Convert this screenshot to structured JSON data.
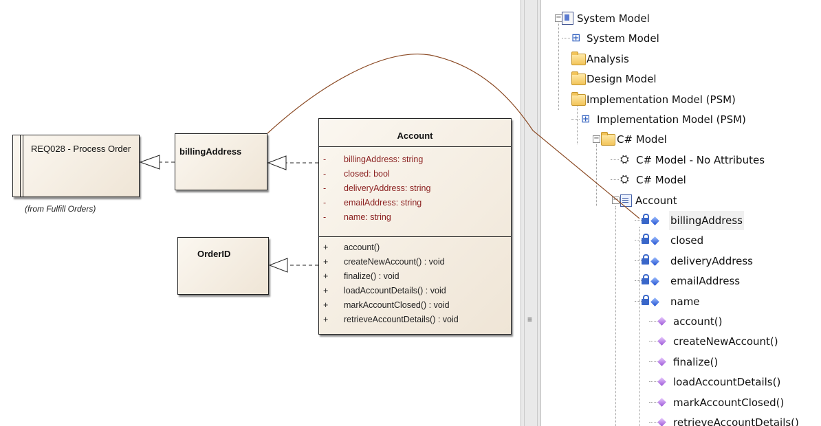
{
  "diagram": {
    "requirement": {
      "title": "REQ028 - Process Order",
      "note": "(from Fulfill Orders)"
    },
    "billing_node": {
      "title": "billingAddress"
    },
    "orderid_node": {
      "title": "OrderID"
    },
    "account_class": {
      "title": "Account",
      "attributes": [
        {
          "vis": "-",
          "text": "billingAddress:  string"
        },
        {
          "vis": "-",
          "text": "closed:  bool"
        },
        {
          "vis": "-",
          "text": "deliveryAddress:  string"
        },
        {
          "vis": "-",
          "text": "emailAddress:  string"
        },
        {
          "vis": "-",
          "text": "name:  string"
        }
      ],
      "operations": [
        {
          "vis": "+",
          "text": "account()"
        },
        {
          "vis": "+",
          "text": "createNewAccount() : void"
        },
        {
          "vis": "+",
          "text": "finalize() : void"
        },
        {
          "vis": "+",
          "text": "loadAccountDetails() : void"
        },
        {
          "vis": "+",
          "text": "markAccountClosed() : void"
        },
        {
          "vis": "+",
          "text": "retrieveAccountDetails() : void"
        }
      ]
    }
  },
  "splitter": {
    "grip": "≡"
  },
  "tree": {
    "items": [
      {
        "label": "System Model",
        "icon": "package-icon"
      },
      {
        "label": "System Model",
        "icon": "diagram-icon"
      },
      {
        "label": "Analysis",
        "icon": "folder-icon"
      },
      {
        "label": "Design Model",
        "icon": "folder-icon"
      },
      {
        "label": "Implementation Model (PSM)",
        "icon": "folder-icon"
      },
      {
        "label": "Implementation Model (PSM)",
        "icon": "diagram-icon"
      },
      {
        "label": "C# Model",
        "icon": "folder-icon"
      },
      {
        "label": "C# Model - No Attributes",
        "icon": "class-diagram-icon"
      },
      {
        "label": "C# Model",
        "icon": "class-diagram-icon"
      },
      {
        "label": "Account",
        "icon": "class-icon"
      },
      {
        "label": "billingAddress",
        "icon": "attribute-icon"
      },
      {
        "label": "closed",
        "icon": "attribute-icon"
      },
      {
        "label": "deliveryAddress",
        "icon": "attribute-icon"
      },
      {
        "label": "emailAddress",
        "icon": "attribute-icon"
      },
      {
        "label": "name",
        "icon": "attribute-icon"
      },
      {
        "label": "account()",
        "icon": "operation-icon"
      },
      {
        "label": "createNewAccount()",
        "icon": "operation-icon"
      },
      {
        "label": "finalize()",
        "icon": "operation-icon"
      },
      {
        "label": "loadAccountDetails()",
        "icon": "operation-icon"
      },
      {
        "label": "markAccountClosed()",
        "icon": "operation-icon"
      },
      {
        "label": "retrieveAccountDetails()",
        "icon": "operation-icon"
      }
    ],
    "expanders": {
      "expanded": "−",
      "collapsed": "+"
    }
  },
  "colors": {
    "node_fill": "#f3ebdf",
    "attribute_text": "#8a1f1f",
    "connector": "#8b4a24"
  }
}
